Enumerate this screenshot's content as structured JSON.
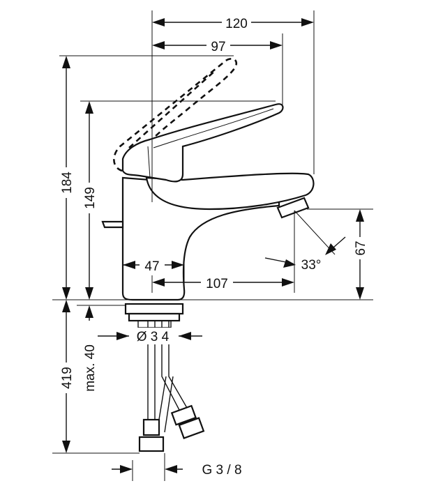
{
  "dimensions": {
    "width_overall": "120",
    "lever_reach": "97",
    "height_overall": "184",
    "height_spout": "149",
    "height_outlet": "67",
    "base_to_spout": "47",
    "spout_projection": "107",
    "angle": "33°",
    "depth_below": "419",
    "max_thickness": "max. 40",
    "hole_diameter": "Ø 3 4",
    "thread": "G 3 / 8"
  }
}
